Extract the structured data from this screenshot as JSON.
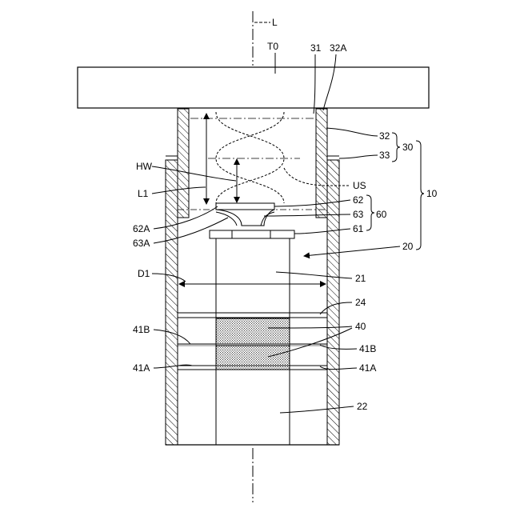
{
  "labels": {
    "axis": "L",
    "tool": "T0",
    "ref_31": "31",
    "ref_32A": "32A",
    "ref_32": "32",
    "ref_33": "33",
    "ref_30": "30",
    "ref_10": "10",
    "HW": "HW",
    "US": "US",
    "L1": "L1",
    "ref_62": "62",
    "ref_63": "63",
    "ref_60": "60",
    "ref_62A": "62A",
    "ref_63A": "63A",
    "ref_61": "61",
    "ref_20": "20",
    "D1": "D1",
    "ref_21": "21",
    "ref_24": "24",
    "ref_40": "40",
    "ref_41B_left": "41B",
    "ref_41B_right": "41B",
    "ref_41A_left": "41A",
    "ref_41A_right": "41A",
    "ref_22": "22"
  }
}
